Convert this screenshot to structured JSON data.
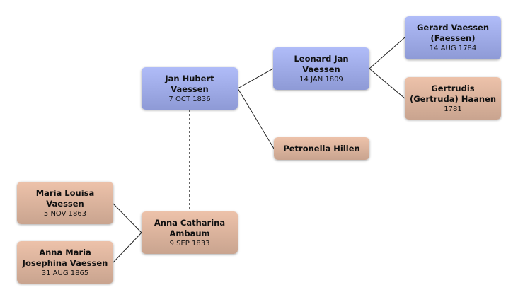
{
  "people": {
    "jan_hubert": {
      "name": "Jan Hubert Vaessen",
      "date": "7 OCT 1836"
    },
    "leonard_jan": {
      "name": "Leonard Jan Vaessen",
      "date": "14 JAN 1809"
    },
    "gerard": {
      "name": "Gerard Vaessen (Faessen)",
      "date": "14 AUG 1784"
    },
    "gertrudis": {
      "name": "Gertrudis (Gertruda) Haanen",
      "date": "1781"
    },
    "petronella": {
      "name": "Petronella Hillen"
    },
    "anna_catharina": {
      "name": "Anna Catharina Ambaum",
      "date": "9 SEP 1833"
    },
    "maria_louisa": {
      "name": "Maria Louisa Vaessen",
      "date": "5 NOV 1863"
    },
    "anna_maria": {
      "name": "Anna Maria Josephina Vaessen",
      "date": "31 AUG 1865"
    }
  },
  "colors": {
    "male": "#a3aef0",
    "female": "#ddb49d",
    "line": "#222222"
  }
}
